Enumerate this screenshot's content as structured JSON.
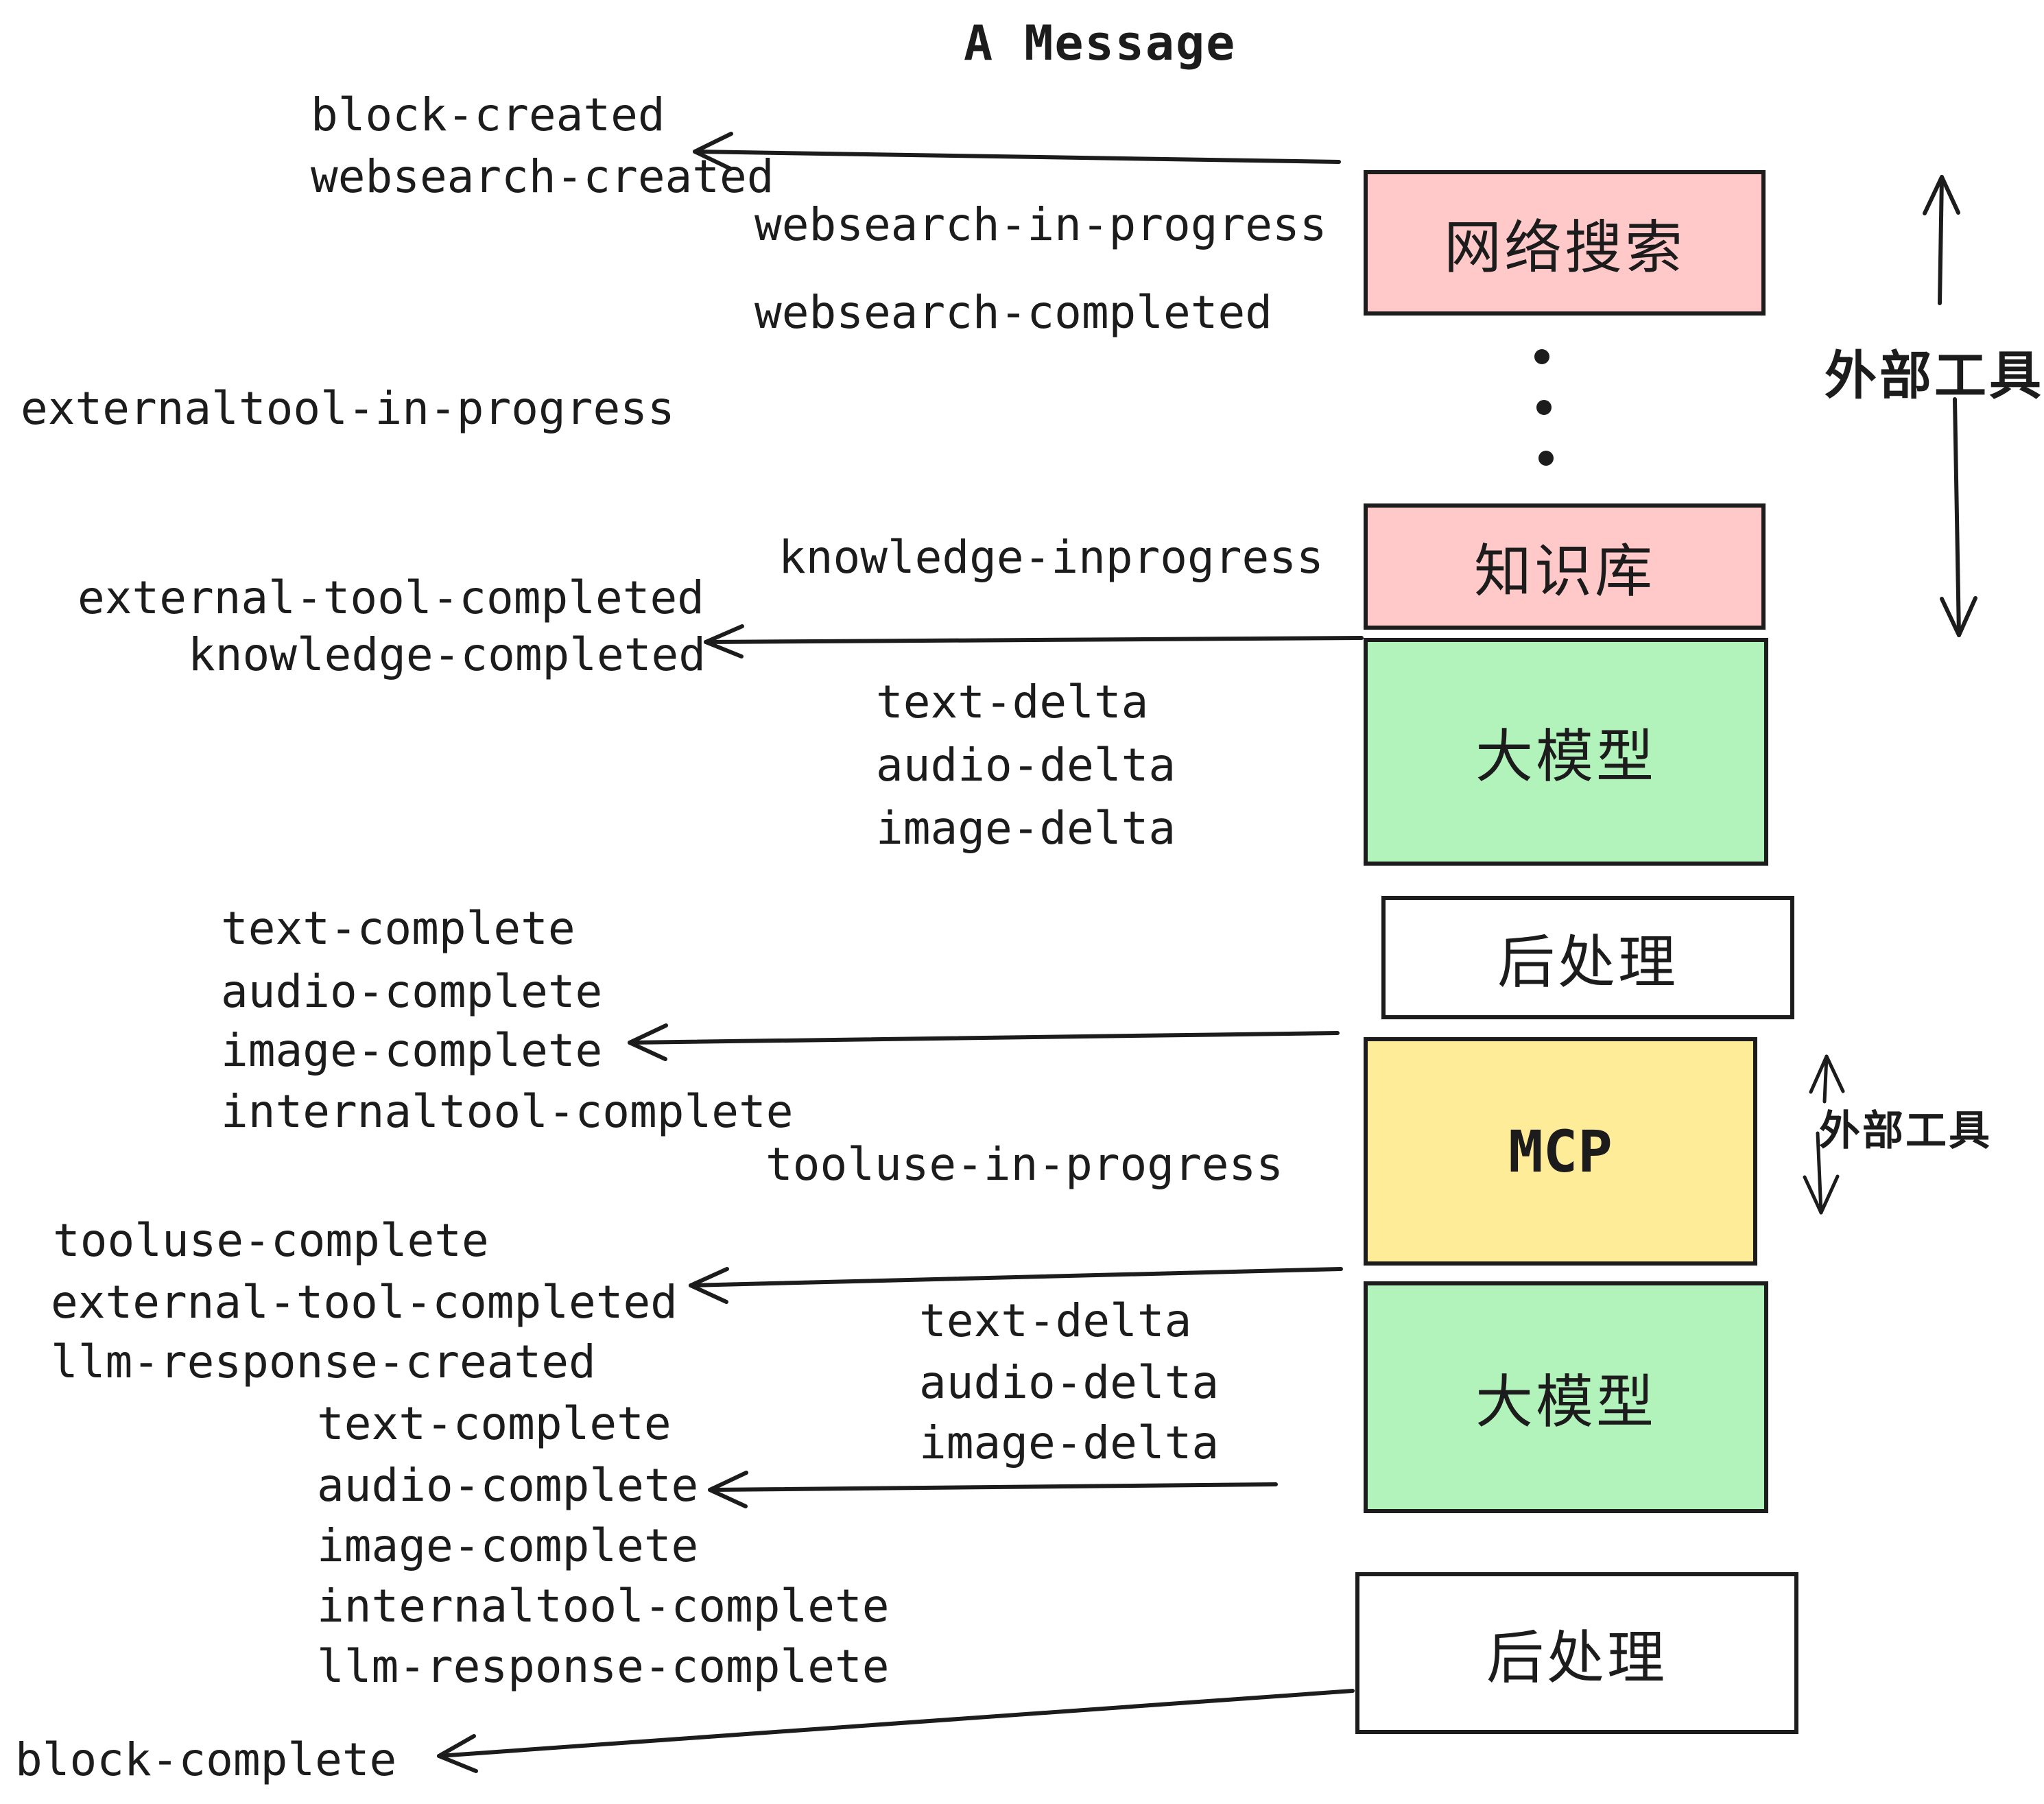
{
  "title": "A Message",
  "events": [
    "block-created",
    "websearch-created",
    "websearch-in-progress",
    "websearch-completed",
    "externaltool-in-progress",
    "knowledge-inprogress",
    "external-tool-completed",
    "knowledge-completed",
    "text-delta",
    "audio-delta",
    "image-delta",
    "text-complete",
    "audio-complete",
    "image-complete",
    "internaltool-complete",
    "tooluse-in-progress",
    "tooluse-complete",
    "external-tool-completed",
    "llm-response-created",
    "text-delta",
    "audio-delta",
    "image-delta",
    "text-complete",
    "audio-complete",
    "image-complete",
    "internaltool-complete",
    "llm-response-complete",
    "block-complete"
  ],
  "boxes": [
    {
      "label": "网络搜索",
      "color": "#ffc9c9"
    },
    {
      "label": "知识库",
      "color": "#ffc9c9"
    },
    {
      "label": "大模型",
      "color": "#b2f2bb"
    },
    {
      "label": "后处理",
      "color": "#ffffff"
    },
    {
      "label": "MCP",
      "color": "#ffec99"
    },
    {
      "label": "大模型",
      "color": "#b2f2bb"
    },
    {
      "label": "后处理",
      "color": "#ffffff"
    }
  ],
  "side_labels": [
    {
      "text": "外部工具"
    },
    {
      "text": "外部工具"
    }
  ],
  "colors": {
    "ink": "#1c1c1c",
    "pink": "#ffc9c9",
    "green": "#b2f2bb",
    "yellow": "#ffec99",
    "white": "#ffffff",
    "background": "#ffffff"
  }
}
